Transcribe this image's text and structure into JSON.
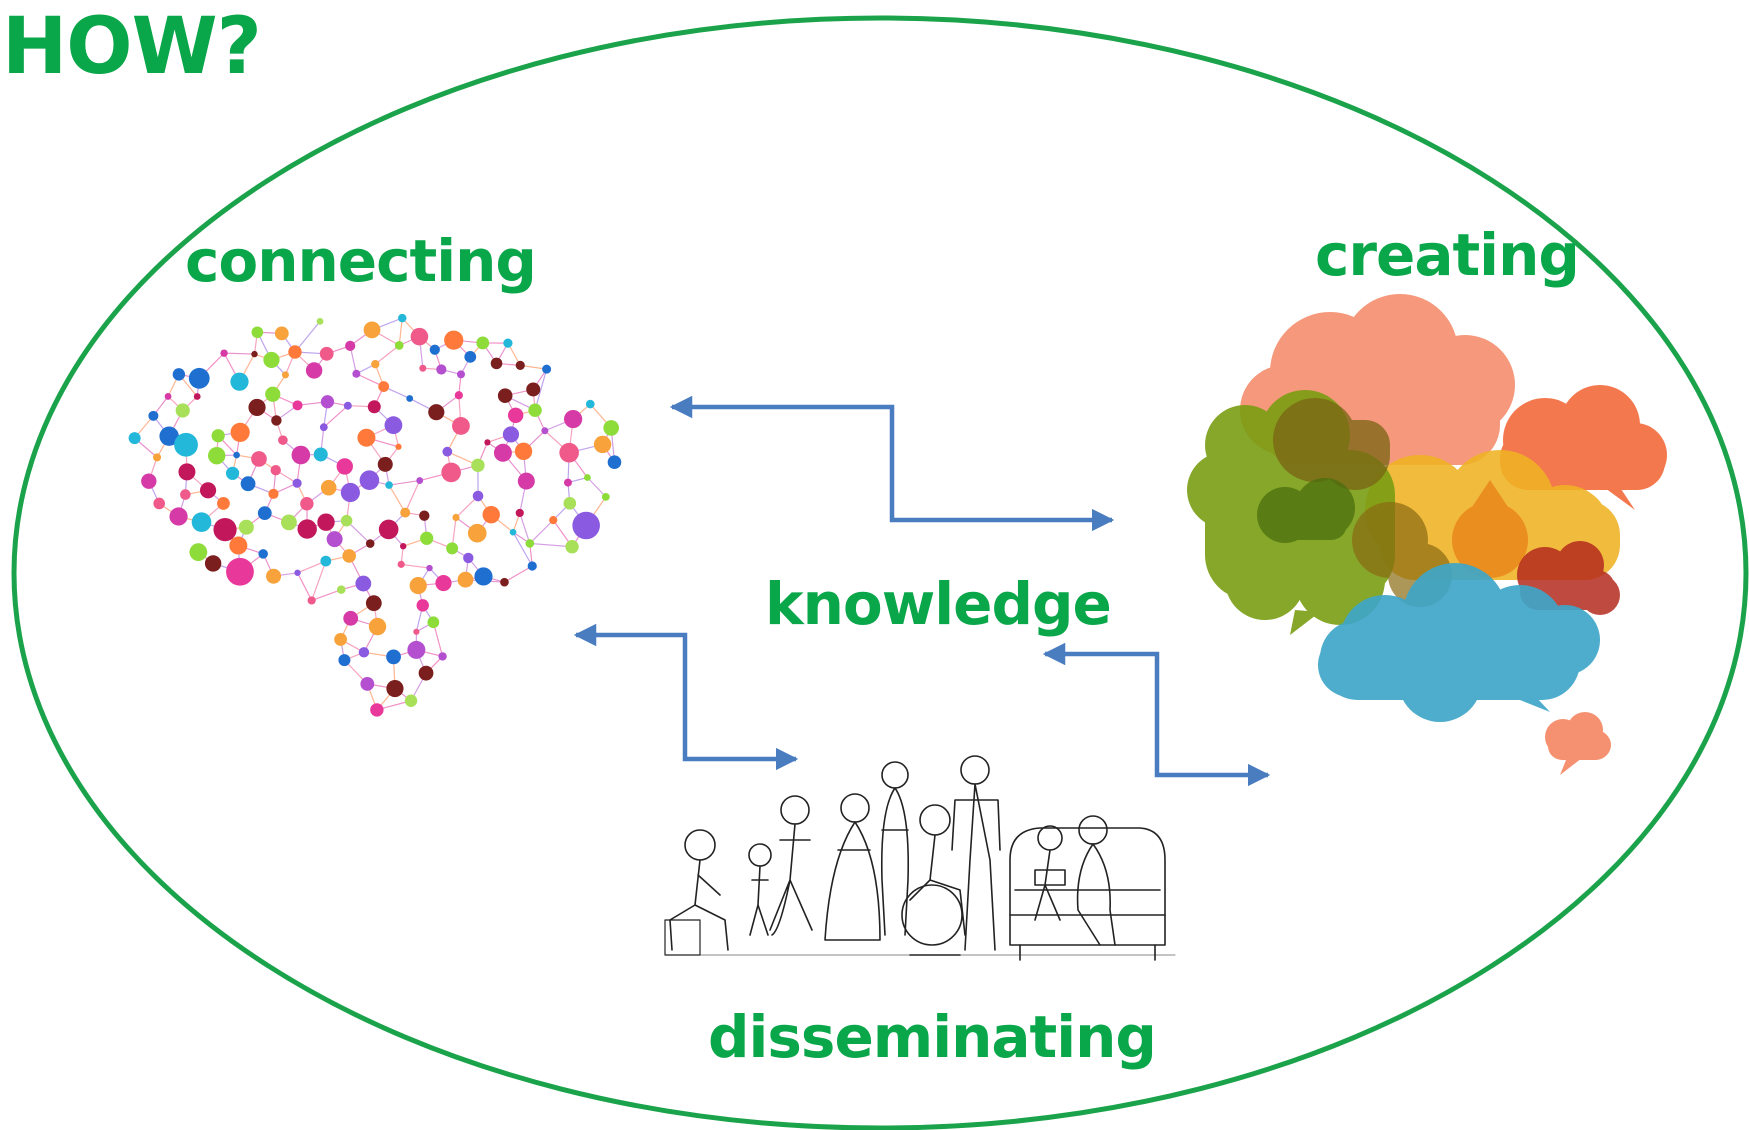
{
  "title": "HOW?",
  "labels": {
    "center": "knowledge",
    "top_left": "connecting",
    "top_right": "creating",
    "bottom": "disseminating"
  },
  "images": {
    "top_left": "colorful-network-brain-icon",
    "top_right": "overlapping-speech-bubbles-icon",
    "bottom": "community-group-sketch-illustration"
  },
  "colors": {
    "text_green": "#0aa64a",
    "ellipse_green": "#1aa34a",
    "arrow_blue": "#4a7cc0"
  }
}
